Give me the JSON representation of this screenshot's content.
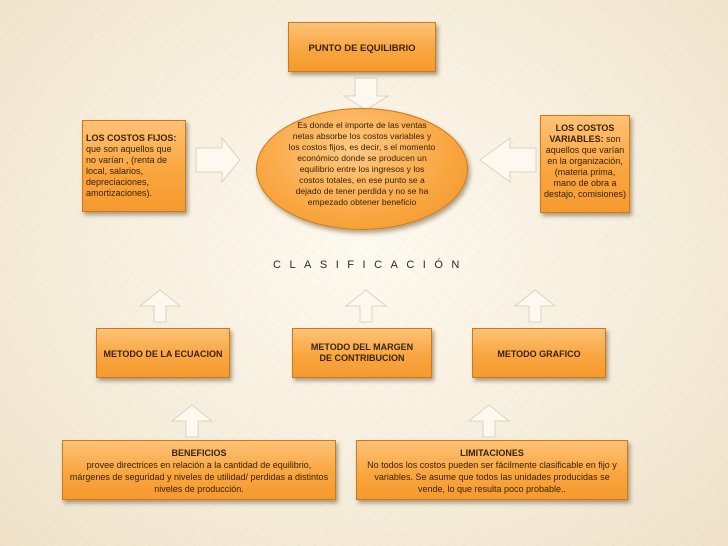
{
  "title": "PUNTO DE EQUILIBRIO",
  "center": {
    "text": "Es donde el importe de las ventas netas absorbe los costos variables y los costos fijos, es decir, s el momento económico donde se producen un equilibrio entre los ingresos y los costos totales, en ese punto se a dejado de tener perdida y no se ha empezado obtener beneficio"
  },
  "fijos": {
    "title": "LOS COSTOS FIJOS:",
    "text": "que son aquellos que no varían , (renta de local, salarios, depreciaciones, amortizaciones)."
  },
  "variables": {
    "title": "LOS COSTOS VARIABLES:",
    "text": "son aquellos que varían en la organización, (materia prima, mano de obra a destajo, comisiones)"
  },
  "clasificacion": "CLASIFICACIÓN",
  "methods": {
    "ecuacion": "METODO DE LA ECUACION",
    "margen": "METODO DEL MARGEN DE CONTRIBUCION",
    "grafico": "METODO GRAFICO"
  },
  "beneficios": {
    "title": "BENEFICIOS",
    "text": "provee directrices en relación a la cantidad de equilibrio, márgenes de seguridad y niveles de utilidad/ perdidas a distintos niveles de producción."
  },
  "limitaciones": {
    "title": "LIMITACIONES",
    "text": "No todos los costos pueden ser fácilmente clasificable en fijo y variables. Se asume que todos las unidades producidas se vende, lo que resulta poco probable.."
  }
}
